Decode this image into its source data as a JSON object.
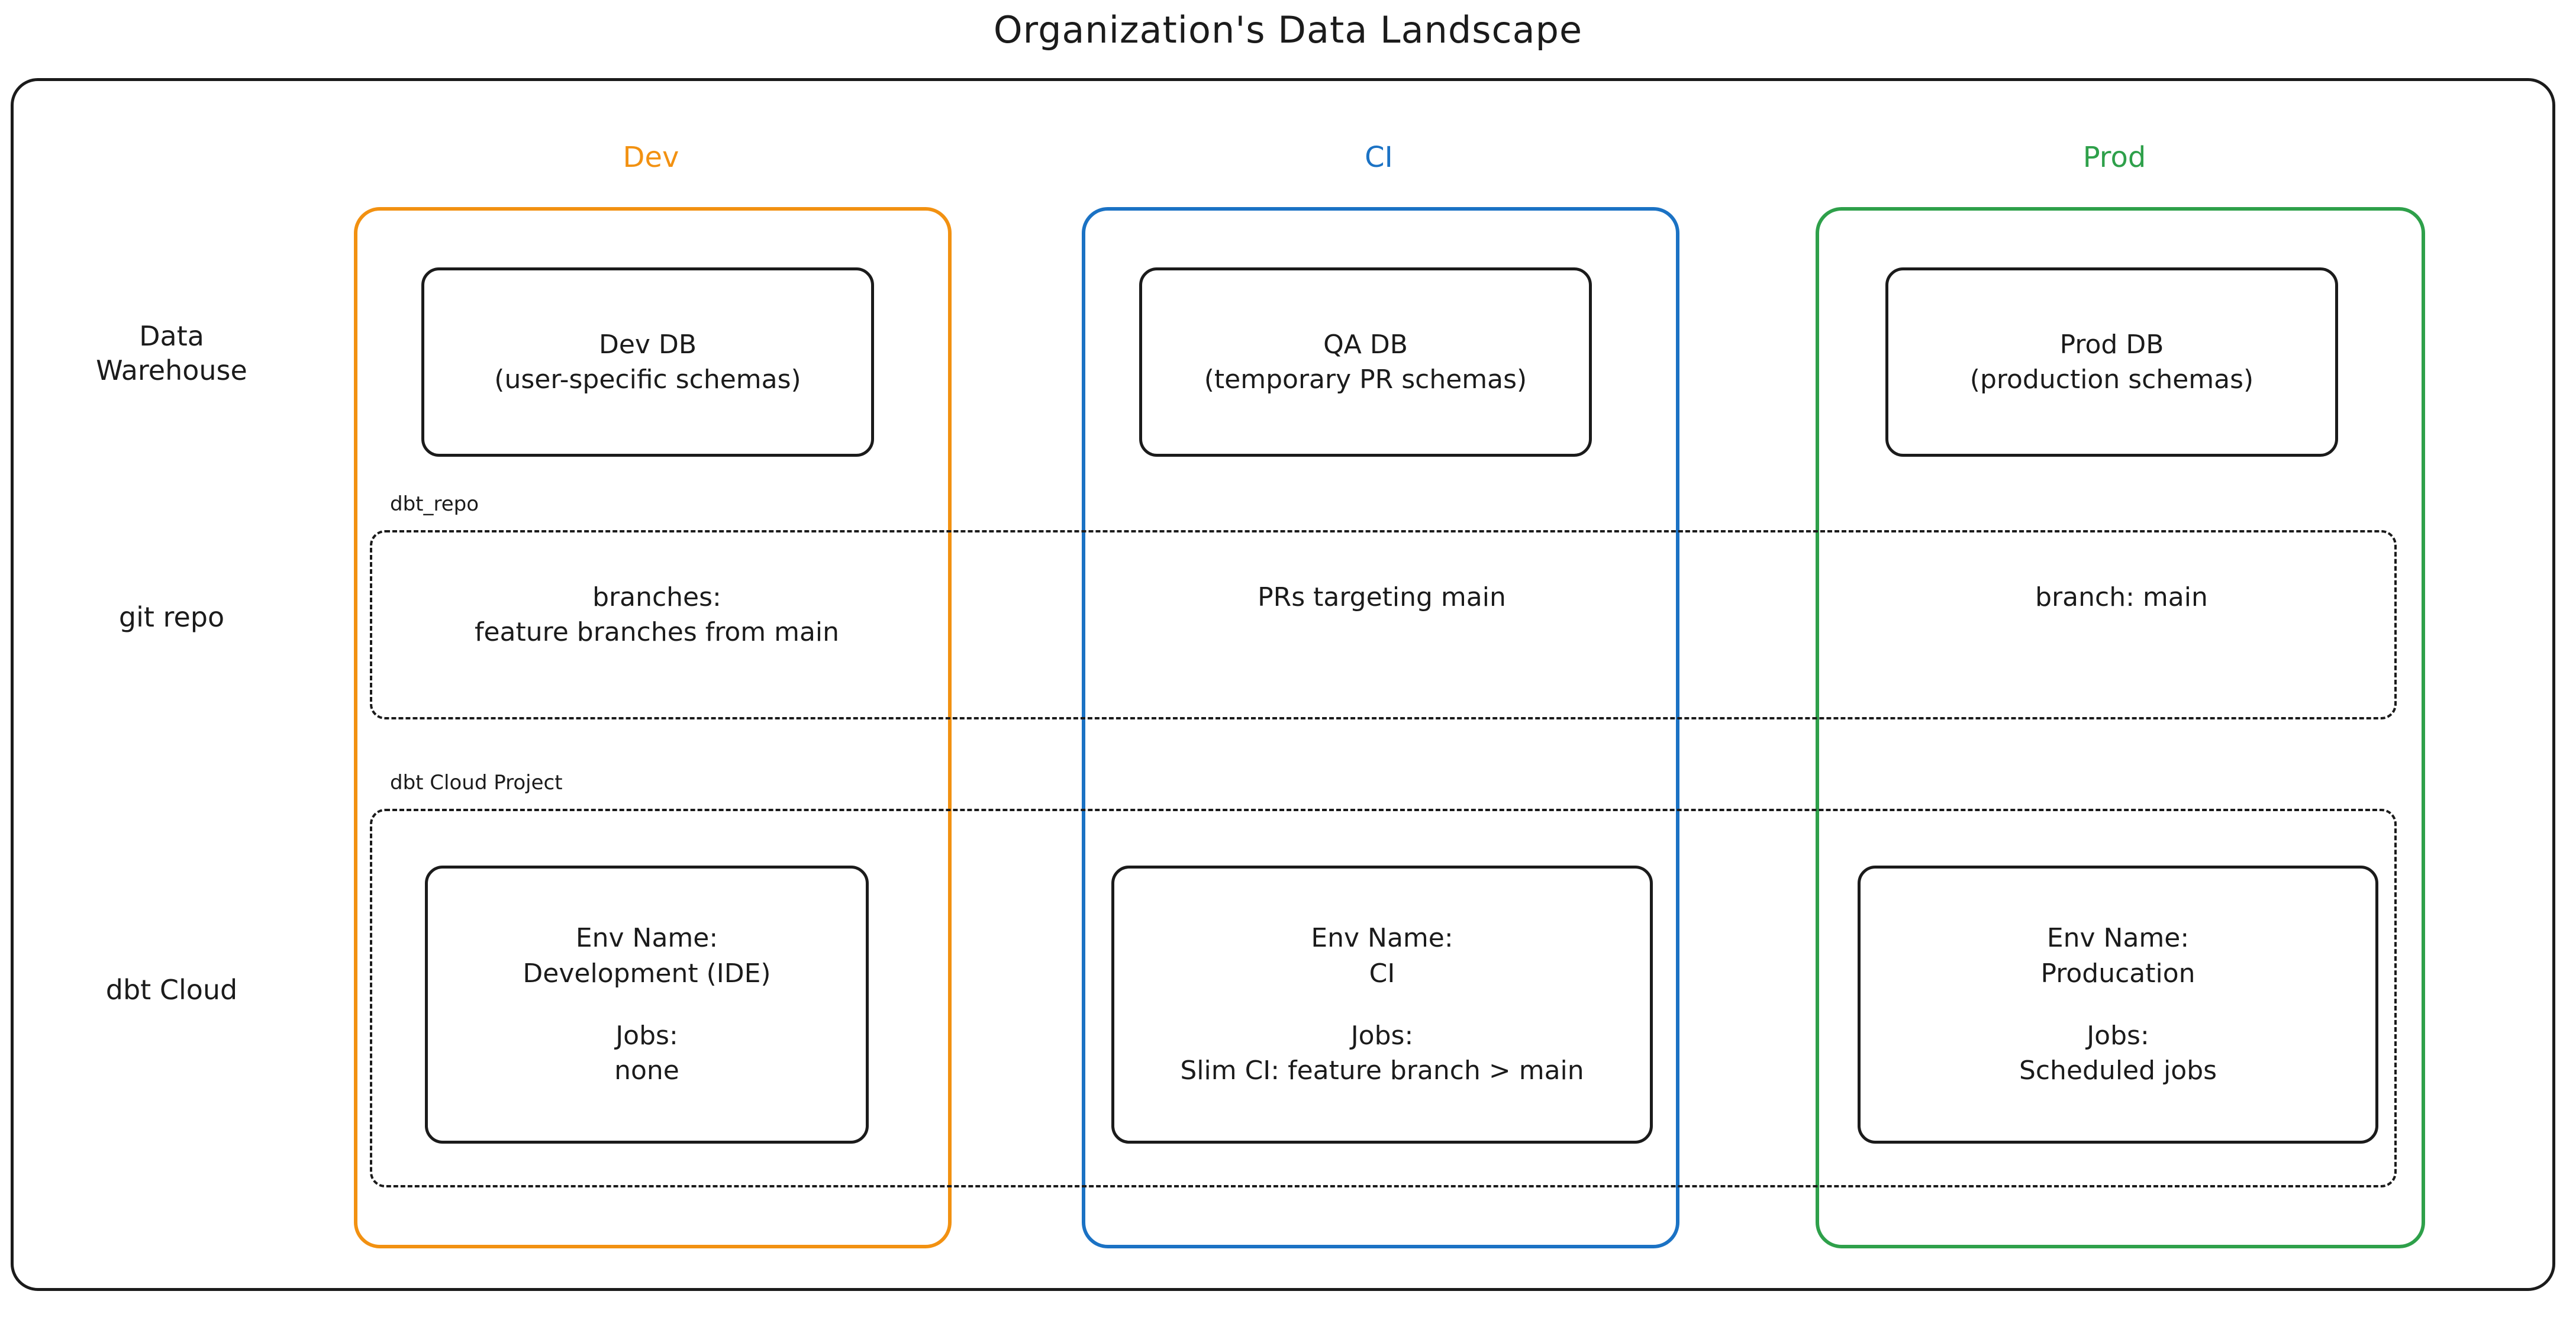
{
  "title": "Organization's Data Landscape",
  "columns": [
    {
      "key": "dev",
      "label": "Dev",
      "color": "#f29111"
    },
    {
      "key": "ci",
      "label": "CI",
      "color": "#1b72c4"
    },
    {
      "key": "prod",
      "label": "Prod",
      "color": "#2ea04a"
    }
  ],
  "rows": [
    {
      "key": "data_warehouse",
      "label": "Data\nWarehouse"
    },
    {
      "key": "git_repo",
      "label": "git repo"
    },
    {
      "key": "dbt_cloud",
      "label": "dbt Cloud"
    }
  ],
  "groups": {
    "repo": {
      "label": "dbt_repo"
    },
    "cloud": {
      "label": "dbt Cloud Project"
    }
  },
  "data_warehouse": {
    "dev": {
      "title": "Dev DB",
      "detail": "(user-specific schemas)"
    },
    "ci": {
      "title": "QA DB",
      "detail": "(temporary PR schemas)"
    },
    "prod": {
      "title": "Prod DB",
      "detail": "(production schemas)"
    }
  },
  "git_repo": {
    "dev": {
      "text": "branches:\nfeature branches from main"
    },
    "ci": {
      "text": "PRs targeting main"
    },
    "prod": {
      "text": "branch: main"
    }
  },
  "dbt_cloud": {
    "dev": {
      "env_label": "Env Name:",
      "env_value": "Development (IDE)",
      "jobs_label": "Jobs:",
      "jobs_value": "none"
    },
    "ci": {
      "env_label": "Env Name:",
      "env_value": "CI",
      "jobs_label": "Jobs:",
      "jobs_value": "Slim CI: feature branch > main"
    },
    "prod": {
      "env_label": "Env Name:",
      "env_value": "Producation",
      "jobs_label": "Jobs:",
      "jobs_value": "Scheduled jobs"
    }
  }
}
